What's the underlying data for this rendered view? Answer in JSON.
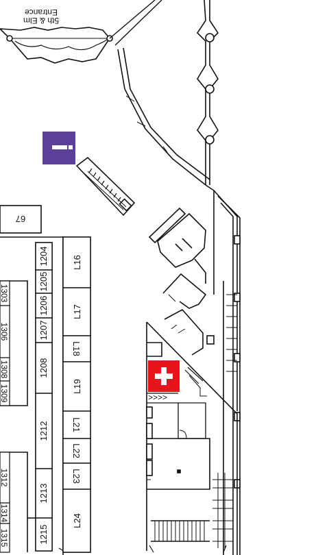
{
  "map": {
    "entrance_line1": "Entrance",
    "entrance_line2": "5th & Elm",
    "booth_67": "67",
    "info_icon": "info-icon",
    "first_aid_icon": "first-aid-cross-icon",
    "arrows": ">>>>",
    "colors": {
      "info": "#5b3f9a",
      "first_aid": "#e8141c",
      "line": "#111111"
    },
    "booths_col_a": [
      {
        "id": "1204",
        "label": "1204"
      },
      {
        "id": "1205",
        "label": "1205"
      },
      {
        "id": "1206",
        "label": "1206"
      },
      {
        "id": "1207",
        "label": "1207"
      },
      {
        "id": "1208",
        "label": "1208"
      },
      {
        "id": "1212",
        "label": "1212"
      },
      {
        "id": "1213",
        "label": "1213"
      },
      {
        "id": "1215",
        "label": "1215"
      }
    ],
    "booths_col_b": [
      {
        "id": "L16",
        "label": "L16"
      },
      {
        "id": "L17",
        "label": "L17"
      },
      {
        "id": "L18",
        "label": "L18"
      },
      {
        "id": "L19",
        "label": "L19"
      },
      {
        "id": "L21",
        "label": "L21"
      },
      {
        "id": "L22",
        "label": "L22"
      },
      {
        "id": "L23",
        "label": "L23"
      },
      {
        "id": "L24",
        "label": "L24"
      }
    ],
    "booths_left_edge": [
      {
        "id": "1303",
        "label": "1303"
      },
      {
        "id": "1306",
        "label": "1306"
      },
      {
        "id": "1308",
        "label": "1308"
      },
      {
        "id": "1309",
        "label": "1309"
      },
      {
        "id": "1312",
        "label": "1312"
      },
      {
        "id": "1314",
        "label": "1314"
      },
      {
        "id": "1315",
        "label": "1315"
      }
    ]
  }
}
